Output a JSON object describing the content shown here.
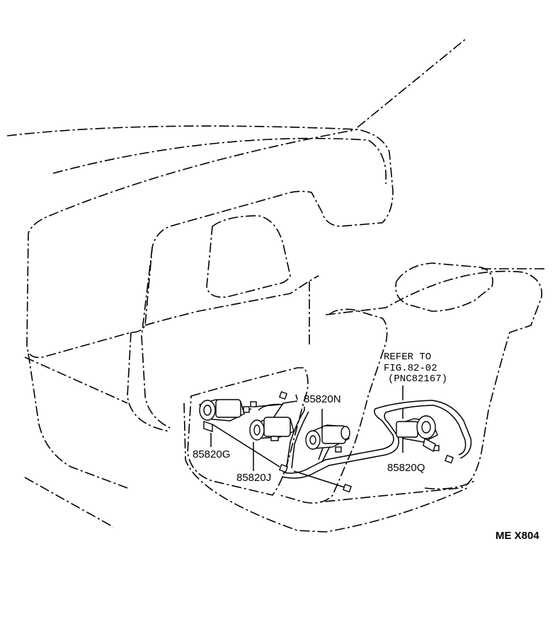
{
  "labels": {
    "refer_line1": "REFER TO",
    "refer_line2": "FIG.82-02",
    "refer_line3": "(PNC82167)",
    "part_g": "85820G",
    "part_j": "85820J",
    "part_n": "85820N",
    "part_q": "85820Q",
    "code": "ME X804"
  }
}
